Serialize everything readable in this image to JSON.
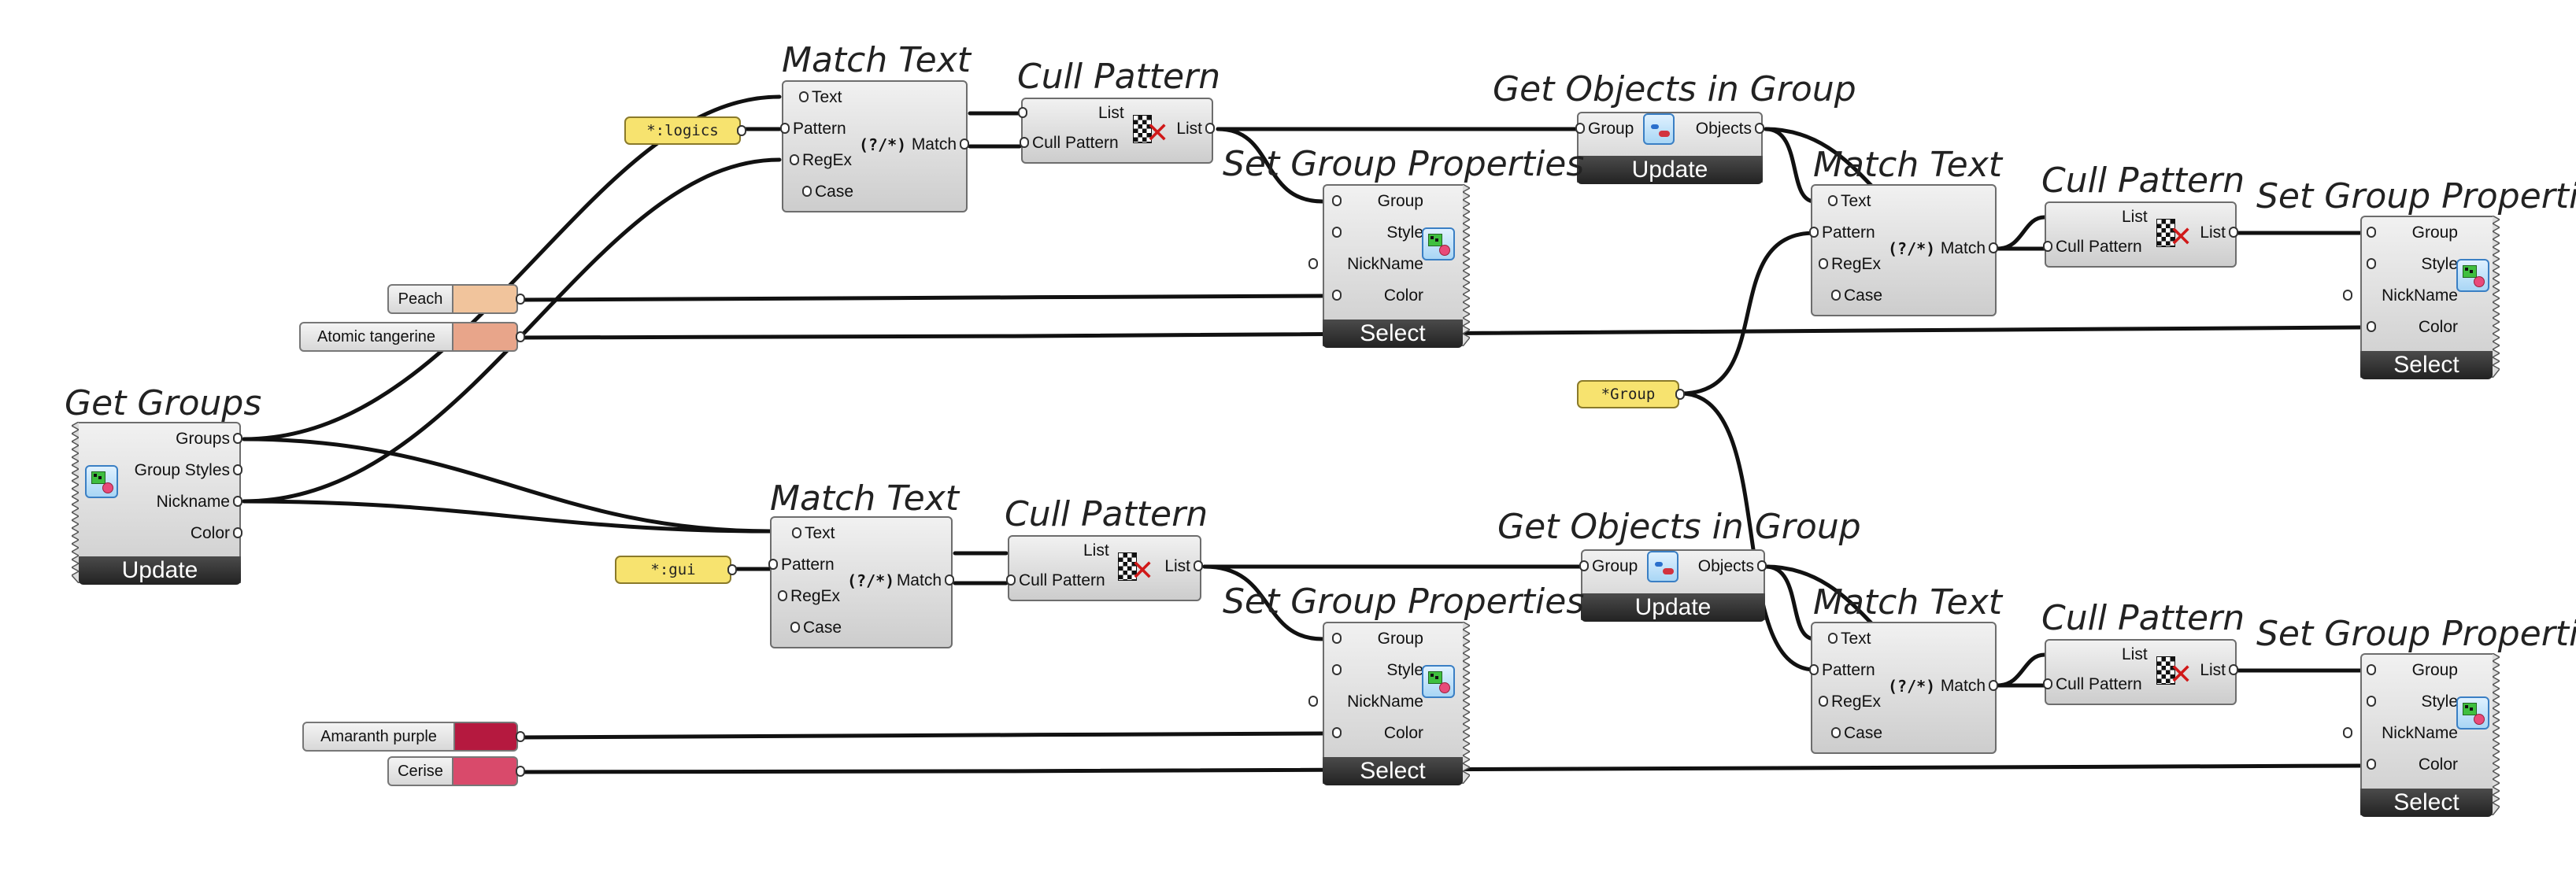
{
  "panels": {
    "logics": "*:logics",
    "gui": "*:gui",
    "group": "*Group"
  },
  "swatches": [
    {
      "label": "Peach",
      "color": "#f1c49c"
    },
    {
      "label": "Atomic tangerine",
      "color": "#e8a58a"
    },
    {
      "label": "Amaranth purple",
      "color": "#b5193f"
    },
    {
      "label": "Cerise",
      "color": "#d94a6b"
    }
  ],
  "get_groups": {
    "title": "Get Groups",
    "outputs": [
      "Groups",
      "Group Styles",
      "Nickname",
      "Color"
    ],
    "button": "Update"
  },
  "match_text": {
    "title": "Match Text",
    "inputs": [
      "Text",
      "Pattern",
      "RegEx",
      "Case"
    ],
    "symbol": "(?/*)",
    "output": "Match"
  },
  "cull_pattern": {
    "title": "Cull Pattern",
    "inputs": [
      "List",
      "Cull Pattern"
    ],
    "output": "List"
  },
  "get_objects": {
    "title": "Get Objects in Group",
    "input": "Group",
    "output": "Objects",
    "button": "Update"
  },
  "set_group_props": {
    "title": "Set Group Properties",
    "inputs": [
      "Group",
      "Style",
      "NickName",
      "Color"
    ],
    "button": "Select"
  },
  "colors": {
    "wire": "#111111",
    "panel": "#f7e36f",
    "status_bar": "#2e2e2e"
  }
}
